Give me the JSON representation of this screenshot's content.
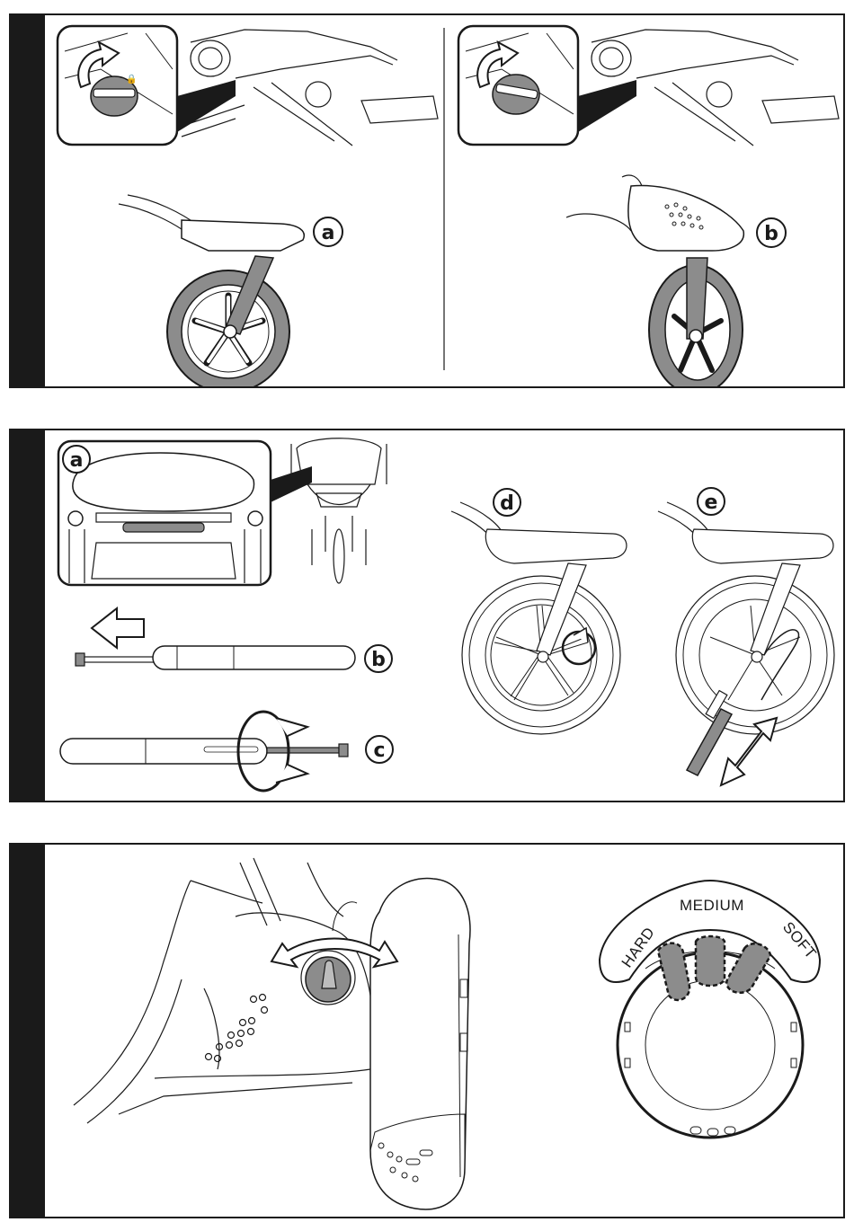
{
  "panel1": {
    "left_label": "a",
    "right_label": "b"
  },
  "panel2": {
    "labels": {
      "a": "a",
      "b": "b",
      "c": "c",
      "d": "d",
      "e": "e"
    }
  },
  "panel3": {
    "dial": {
      "hard": "HARD",
      "medium": "MEDIUM",
      "soft": "SOFT"
    }
  },
  "colors": {
    "ink": "#1a1a1a",
    "fill_gray": "#8c8c8c",
    "light_gray": "#bdbdbd"
  }
}
